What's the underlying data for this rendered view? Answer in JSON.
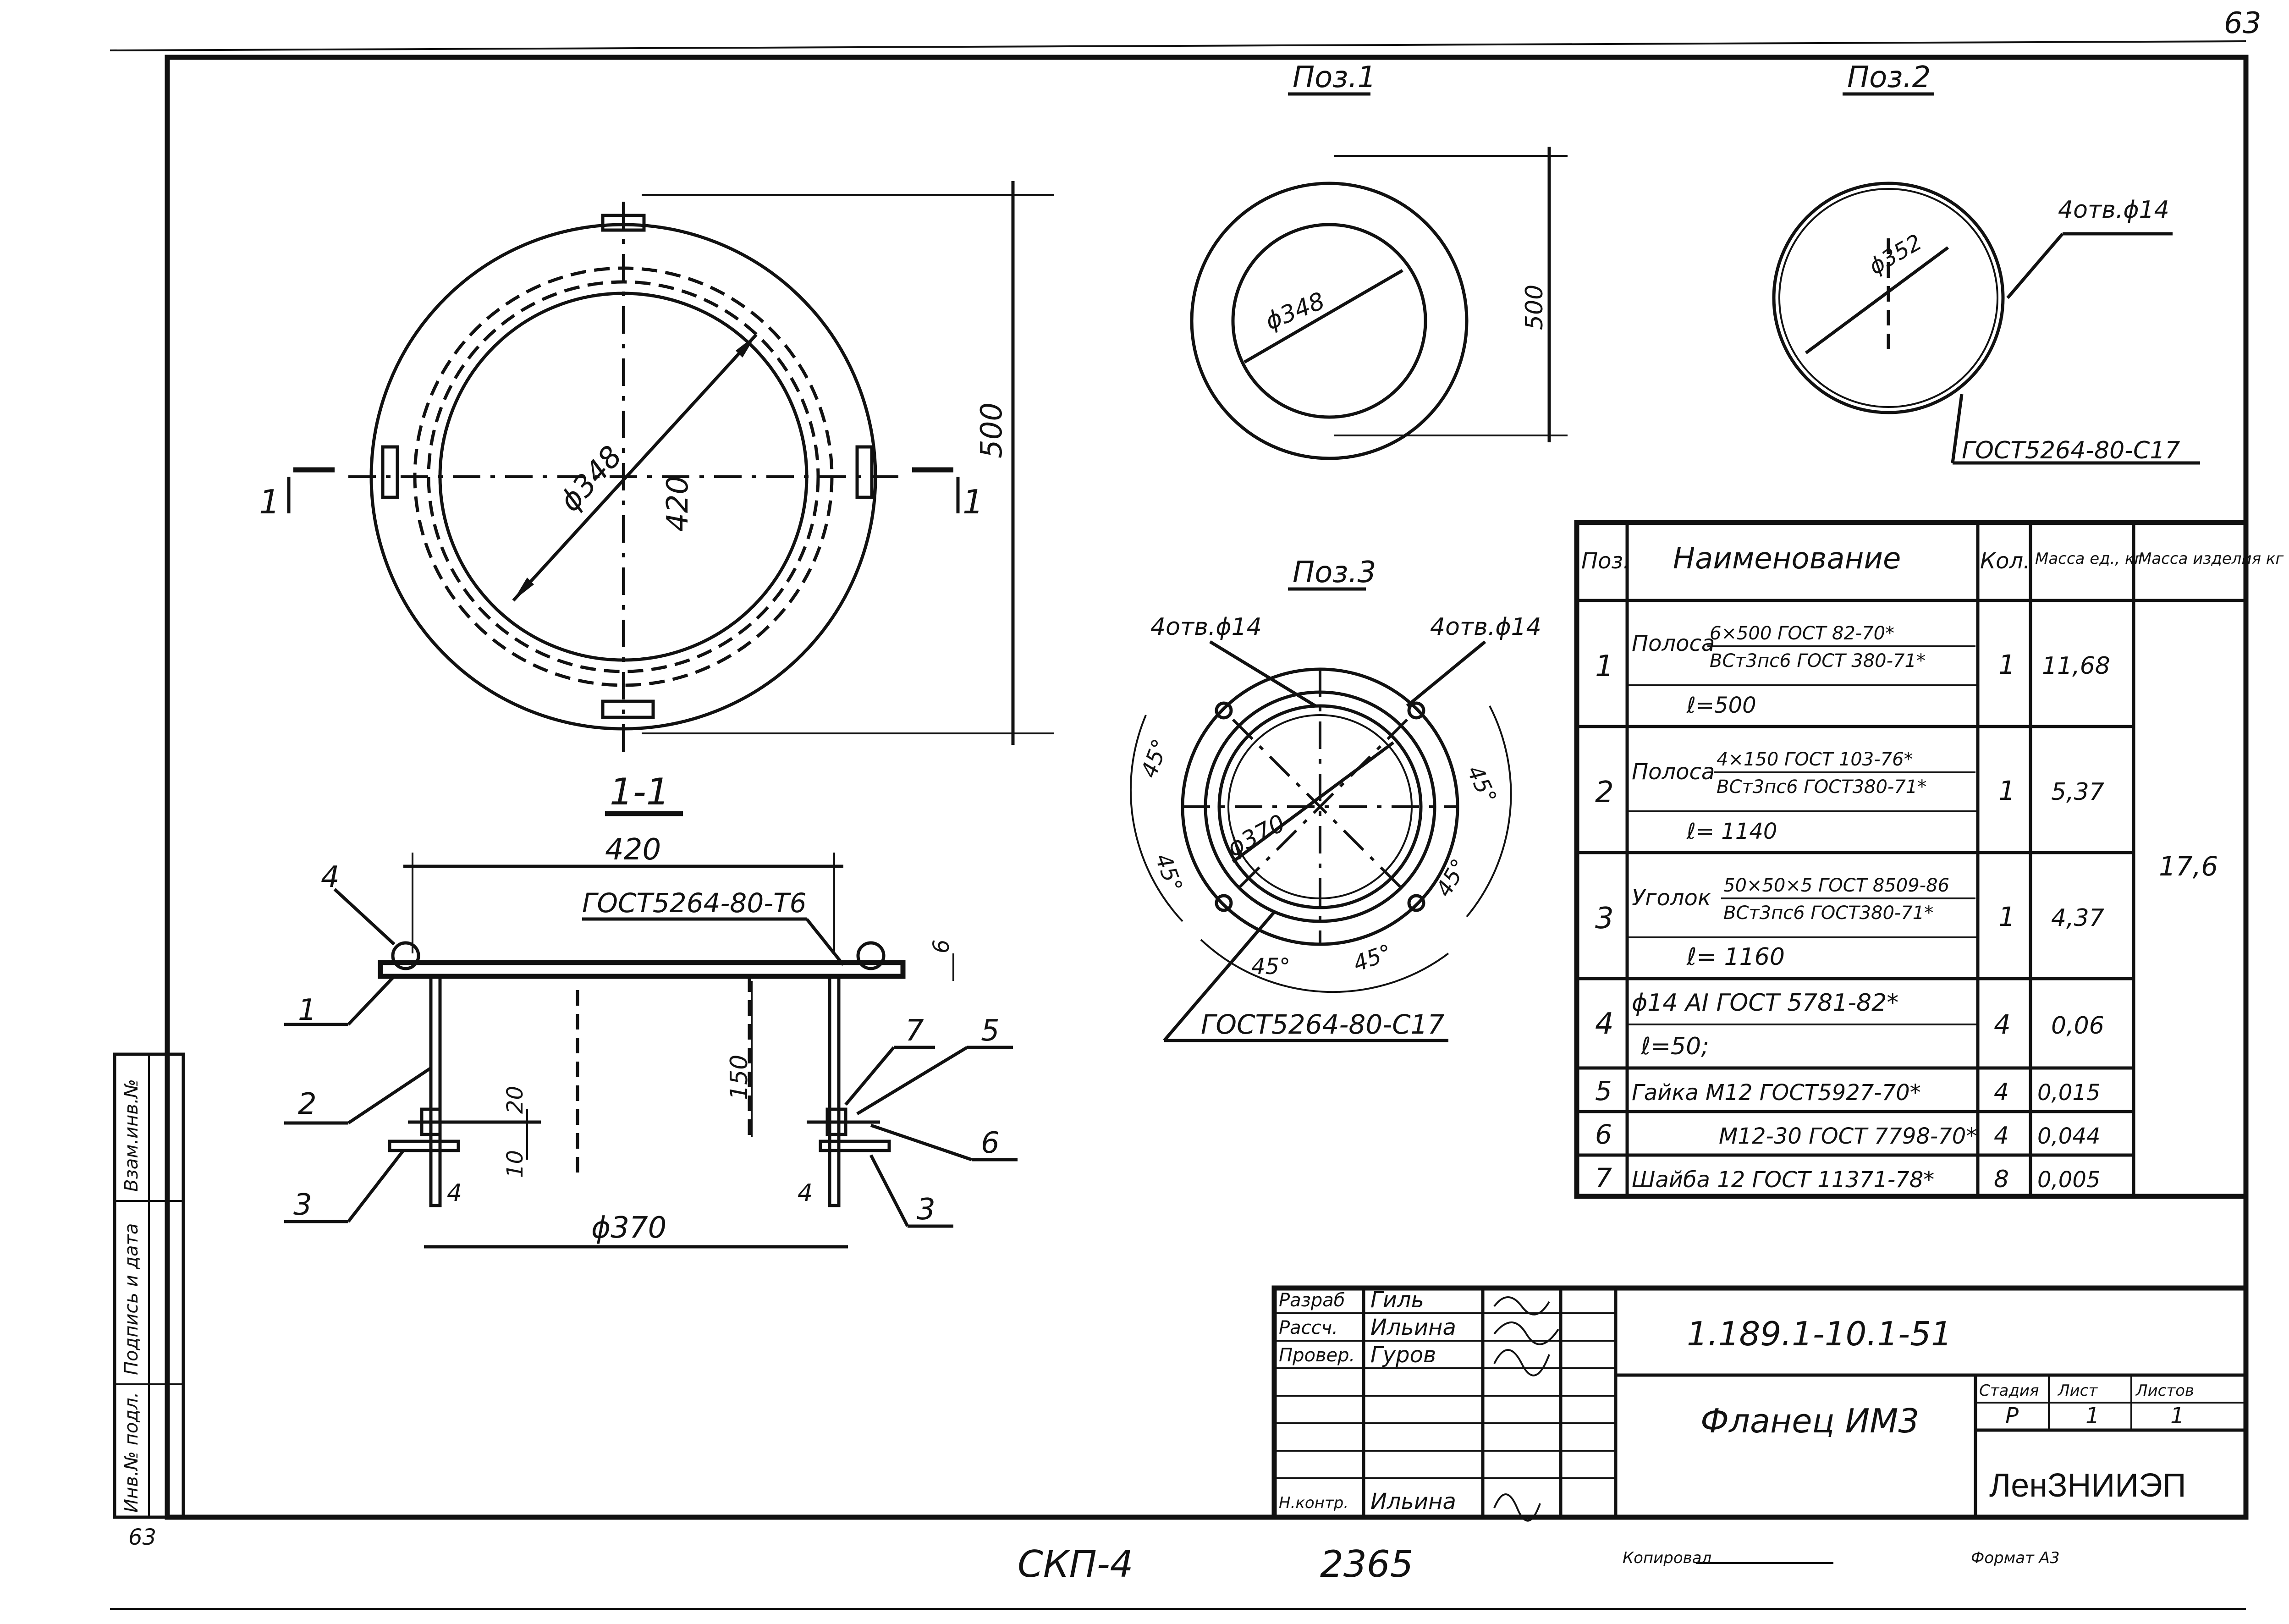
{
  "page_number": "63",
  "page_number_bottom": "63",
  "views": {
    "poz1": "Поз.1",
    "poz2": "Поз.2",
    "poz3": "Поз.3",
    "section": "1-1",
    "section_mark": "1"
  },
  "dims": {
    "d348": "ϕ348",
    "d420": "420",
    "d500": "500",
    "d352": "ϕ352",
    "d370": "ϕ370",
    "d150": "150",
    "d20": "20",
    "d10": "10",
    "d4": "4",
    "d6": "6",
    "holes": "4отв.ϕ14",
    "angle45": "45°"
  },
  "callouts": {
    "gost_t6": "ГОСТ5264-80-Т6",
    "gost_c17": "ГОСТ5264-80-С17",
    "gost_c17_poz2": "ГОСТ5264-80-С17"
  },
  "leaders": [
    "1",
    "2",
    "3",
    "3",
    "4",
    "5",
    "6",
    "7"
  ],
  "spec": {
    "headers": [
      "Поз.",
      "Наименование",
      "Кол.",
      "Масса ед., кг",
      "Масса изделия кг"
    ],
    "rows": [
      {
        "pos": "1",
        "name": "Полоса",
        "top": "6×500 ГОСТ 82-70*",
        "bottom": "ВСт3пс6 ГОСТ 380-71*",
        "len": "ℓ=500",
        "qty": "1",
        "mass": "11,68"
      },
      {
        "pos": "2",
        "name": "Полоса",
        "top": "4×150 ГОСТ 103-76*",
        "bottom": "ВСт3пс6 ГОСТ380-71*",
        "len": "ℓ= 1140",
        "qty": "1",
        "mass": "5,37"
      },
      {
        "pos": "3",
        "name": "Уголок",
        "top": "50×50×5 ГОСТ 8509-86",
        "bottom": "ВСт3пс6 ГОСТ380-71*",
        "len": "ℓ= 1160",
        "qty": "1",
        "mass": "4,37"
      },
      {
        "pos": "4",
        "name": "ϕ14 АI ГОСТ 5781-82*",
        "len": "ℓ=50;",
        "qty": "4",
        "mass": "0,06"
      },
      {
        "pos": "5",
        "name": "Гайка М12 ГОСТ5927-70*",
        "qty": "4",
        "mass": "0,015"
      },
      {
        "pos": "6",
        "name": "М12-30 ГОСТ 7798-70*",
        "qty": "4",
        "mass": "0,044"
      },
      {
        "pos": "7",
        "name": "Шайба 12 ГОСТ 11371-78*",
        "qty": "8",
        "mass": "0,005"
      }
    ],
    "total_mass": "17,6"
  },
  "title_block": {
    "roles": [
      "Разраб",
      "Рассч.",
      "Провер.",
      "Н.контр."
    ],
    "names": [
      "Гиль",
      "Ильина",
      "Гуров",
      "Ильина"
    ],
    "doc_number": "1.189.1-10.1-51",
    "title": "Фланец ИМ3",
    "stage_label": "Стадия",
    "sheet_label": "Лист",
    "sheets_label": "Листов",
    "stage": "Р",
    "sheet": "1",
    "sheets": "1",
    "org": "ЛенЗНИИЭП"
  },
  "side_stamps": [
    "Инв.№ подл.",
    "Подпись и дата",
    "Взам.инв.№"
  ],
  "bottom": {
    "code": "СКП-4",
    "number": "2365",
    "copied": "Копировал",
    "format": "Формат А3"
  }
}
